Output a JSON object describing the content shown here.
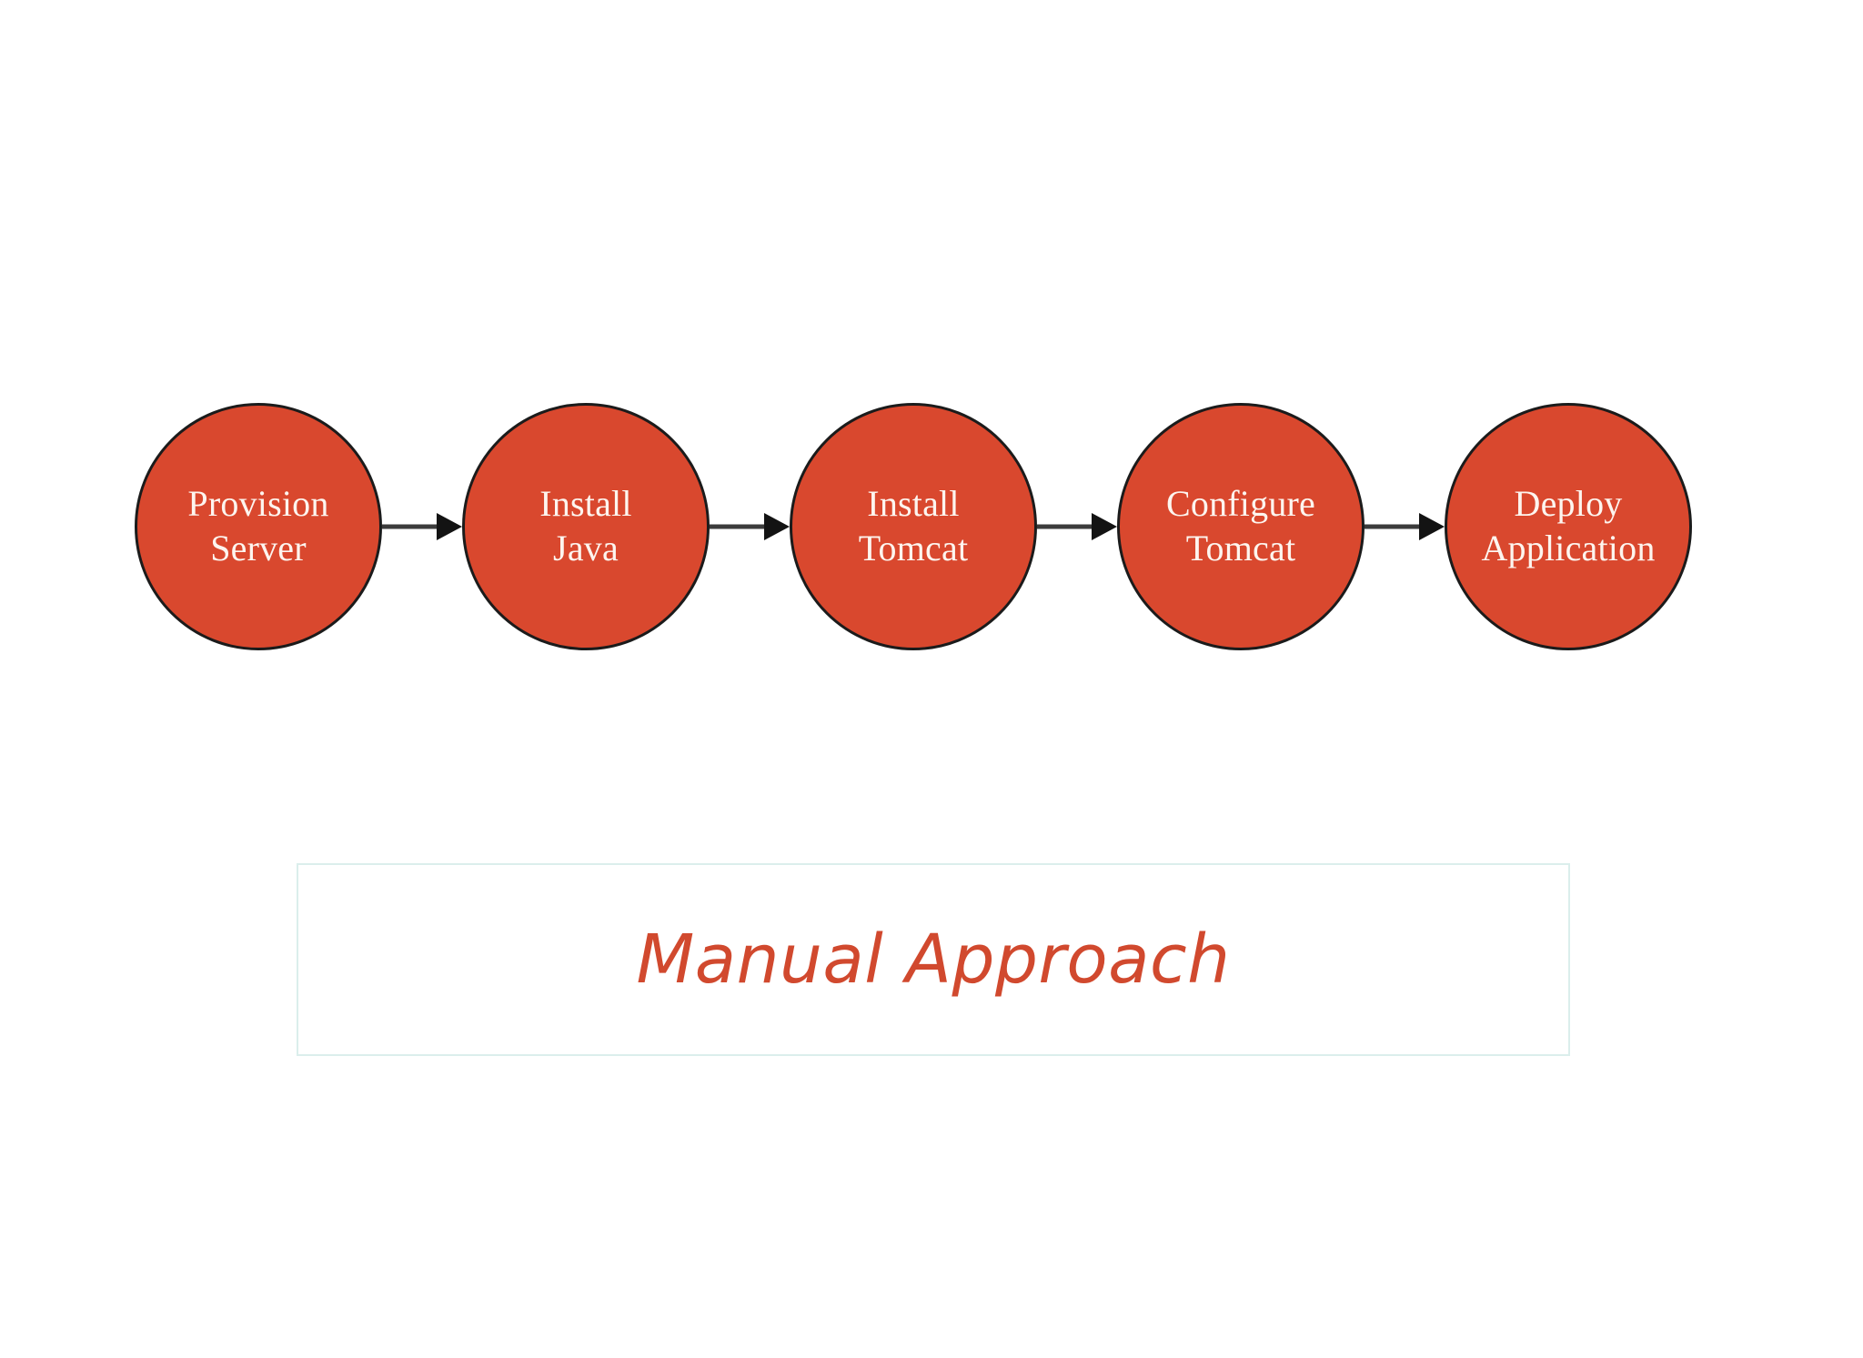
{
  "diagram": {
    "title": "Manual Approach",
    "type": "linear-flow",
    "colors": {
      "node_fill": "#d9482e",
      "node_border": "#1b1b1b",
      "node_text": "#fdf5ef",
      "arrow": "#333333",
      "caption_text": "#d1492e",
      "caption_border": "#dbeeec",
      "background": "#ffffff"
    },
    "nodes": [
      {
        "id": "provision-server",
        "label": "Provision\nServer"
      },
      {
        "id": "install-java",
        "label": "Install\nJava"
      },
      {
        "id": "install-tomcat",
        "label": "Install\nTomcat"
      },
      {
        "id": "configure-tomcat",
        "label": "Configure\nTomcat"
      },
      {
        "id": "deploy-application",
        "label": "Deploy\nApplication"
      }
    ],
    "connectors": [
      {
        "from": "provision-server",
        "to": "install-java",
        "style": "arrow-right"
      },
      {
        "from": "install-java",
        "to": "install-tomcat",
        "style": "arrow-right"
      },
      {
        "from": "install-tomcat",
        "to": "configure-tomcat",
        "style": "arrow-right"
      },
      {
        "from": "configure-tomcat",
        "to": "deploy-application",
        "style": "arrow-right"
      }
    ]
  },
  "caption": {
    "text": "Manual Approach"
  }
}
